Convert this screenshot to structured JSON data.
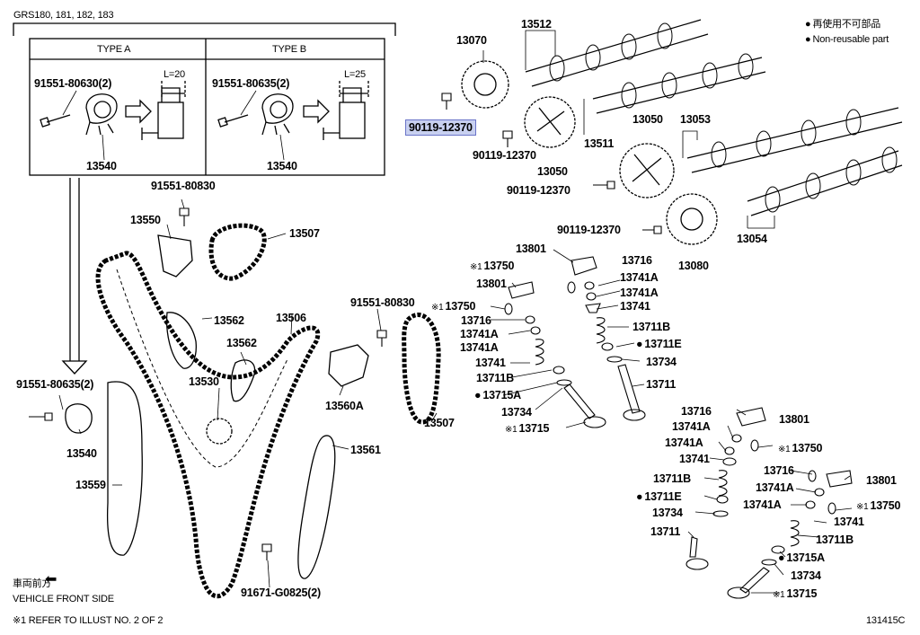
{
  "header": {
    "model": "GRS180, 181, 182, 183",
    "diagram_id": "131415C"
  },
  "legend": {
    "ja": "再使用不可部品",
    "en": "Non-reusable part"
  },
  "inset": {
    "type_a": {
      "title": "TYPE A",
      "bolt": "91551-80630(2)",
      "dim": "L=20",
      "part": "13540"
    },
    "type_b": {
      "title": "TYPE B",
      "bolt": "91551-80635(2)",
      "dim": "L=25",
      "part": "13540"
    }
  },
  "footnote": "※1  REFER TO ILLUST NO. 2 OF 2",
  "front_side": {
    "ja": "車両前方",
    "en": "VEHICLE FRONT SIDE"
  },
  "note_mark": "※1",
  "labels": {
    "p13070": "13070",
    "p13512": "13512",
    "p90119a": "90119-12370",
    "p90119b": "90119-12370",
    "p13050a": "13050",
    "p13511": "13511",
    "p13050b": "13050",
    "p13053": "13053",
    "p90119c": "90119-12370",
    "p90119d": "90119-12370",
    "p13054": "13054",
    "p13080": "13080",
    "p91551a": "91551-80830",
    "p13550": "13550",
    "p13507a": "13507",
    "p13562a": "13562",
    "p13506": "13506",
    "p13562b": "13562",
    "p13530": "13530",
    "p91551b": "91551-80830",
    "p13560a": "13560A",
    "p13507b": "13507",
    "p13561": "13561",
    "p91551c": "91551-80635(2)",
    "p13540": "13540",
    "p13559": "13559",
    "p91671": "91671-G0825(2)",
    "p13801a": "13801",
    "p13750a": "13750",
    "p13716a": "13716",
    "p13741aa": "13741A",
    "p13741ab": "13741A",
    "p13741a": "13741",
    "p13801b": "13801",
    "p13750b": "13750",
    "p13716b": "13716",
    "p13741ac": "13741A",
    "p13741ad": "13741A",
    "p13711ba": "13711B",
    "p13711ea": "13711E",
    "p13741b": "13741",
    "p13734a": "13734",
    "p13711bb": "13711B",
    "p13711a": "13711",
    "p13715aa": "13715A",
    "p13734b": "13734",
    "p13715a": "13715",
    "p13716c": "13716",
    "p13801c": "13801",
    "p13741ae": "13741A",
    "p13741af": "13741A",
    "p13750c": "13750",
    "p13741c": "13741",
    "p13716d": "13716",
    "p13801d": "13801",
    "p13711bc": "13711B",
    "p13741ag": "13741A",
    "p13711eb": "13711E",
    "p13741ah": "13741A",
    "p13750d": "13750",
    "p13734c": "13734",
    "p13741d": "13741",
    "p13711b": "13711",
    "p13711bd": "13711B",
    "p13715ab": "13715A",
    "p13734d": "13734",
    "p13715b": "13715"
  }
}
